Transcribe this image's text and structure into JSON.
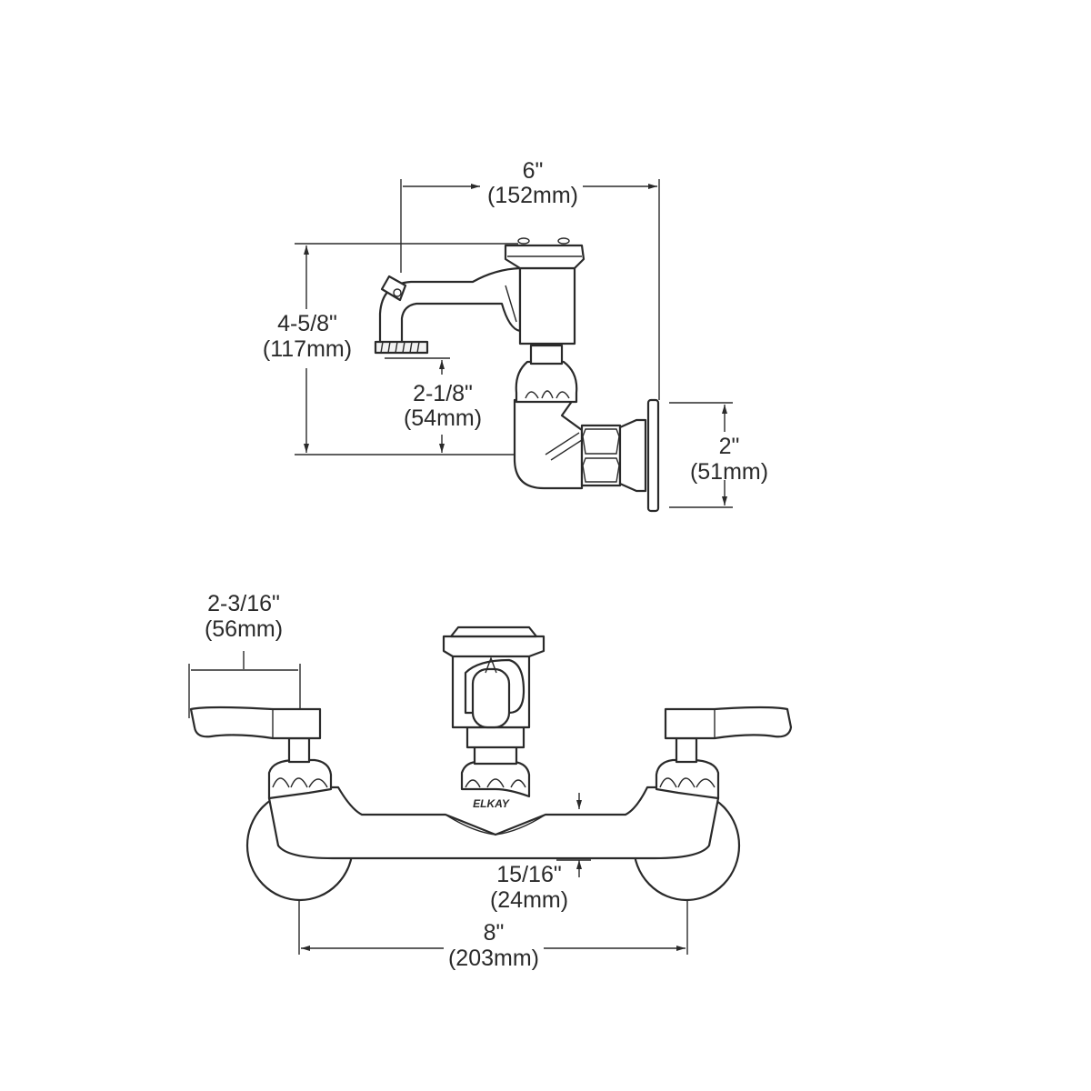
{
  "side_view": {
    "width_dim": {
      "imperial": "6\"",
      "metric": "(152mm)"
    },
    "height_dim": {
      "imperial": "4-5/8\"",
      "metric": "(117mm)"
    },
    "spout_dim": {
      "imperial": "2-1/8\"",
      "metric": "(54mm)"
    },
    "flange_dim": {
      "imperial": "2\"",
      "metric": "(51mm)"
    }
  },
  "front_view": {
    "handle_dim": {
      "imperial": "2-3/16\"",
      "metric": "(56mm)"
    },
    "body_dim": {
      "imperial": "15/16\"",
      "metric": "(24mm)"
    },
    "centers_dim": {
      "imperial": "8\"",
      "metric": "(203mm)"
    },
    "brand": "ELKAY"
  },
  "colors": {
    "line": "#2a2a2a",
    "background": "#ffffff"
  }
}
